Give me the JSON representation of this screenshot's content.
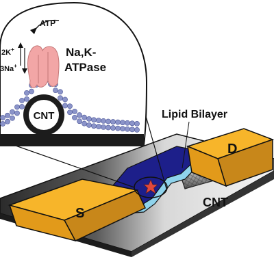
{
  "labels": {
    "atp": "ATP",
    "k_ions": "2K",
    "k_sup": "+",
    "na_ions": "3Na",
    "na_sup": "+",
    "protein_line1": "Na,K-",
    "protein_line2": "ATPase",
    "cnt_cross_section": "CNT",
    "lipid_bilayer": "Lipid Bilayer",
    "source": "S",
    "drain": "D",
    "cnt_device": "CNT"
  },
  "colors": {
    "electrode": "#f2a81e",
    "electrode_top": "#f7b52a",
    "electrode_side": "#c8871a",
    "substrate_dark": "#1c1c1c",
    "substrate_top_light": "#d9d9d9",
    "channel_fill": "#1d1f8a",
    "channel_edge": "#8fd3ec",
    "bilayer_bead": "#8b94c9",
    "protein": "#f2a6a6",
    "star": "#e0483c"
  },
  "icons": {
    "atp_arrow": "curved-arrow-icon",
    "ion_arrows": "up-down-arrows-icon",
    "marker": "star-icon"
  }
}
